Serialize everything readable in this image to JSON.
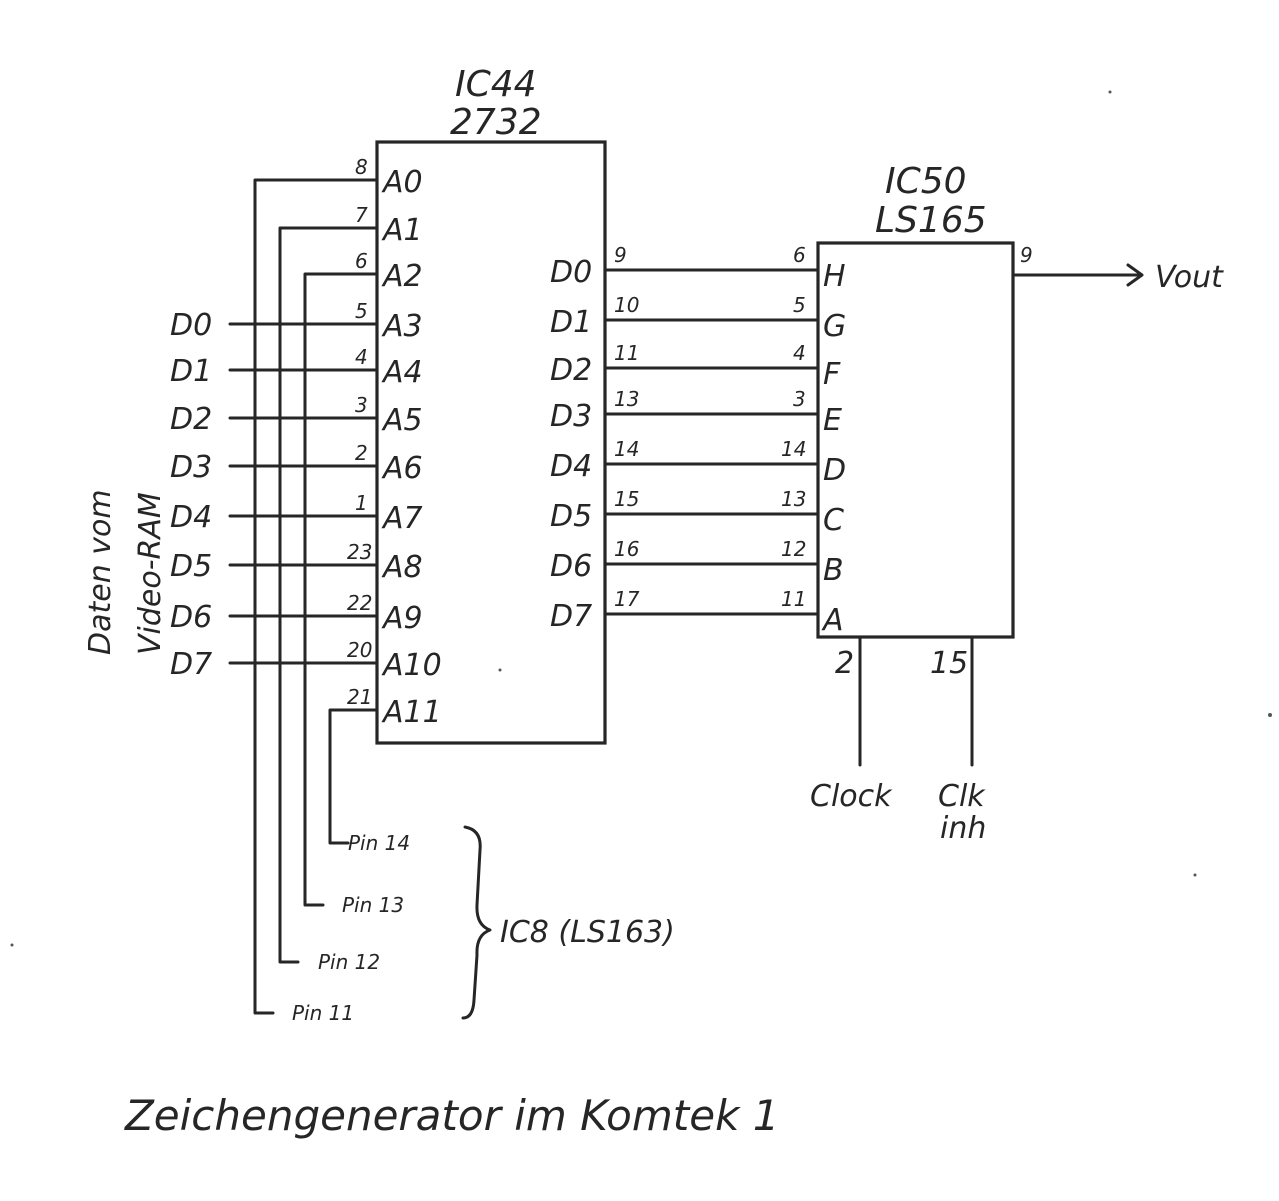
{
  "title": "Zeichengenerator im Komtek 1",
  "side_label": {
    "line1": "Daten vom",
    "line2": "Video-RAM"
  },
  "ic44": {
    "name": "IC44",
    "part": "2732",
    "address_pins": [
      {
        "label": "A0",
        "pin": "8"
      },
      {
        "label": "A1",
        "pin": "7"
      },
      {
        "label": "A2",
        "pin": "6"
      },
      {
        "label": "A3",
        "pin": "5"
      },
      {
        "label": "A4",
        "pin": "4"
      },
      {
        "label": "A5",
        "pin": "3"
      },
      {
        "label": "A6",
        "pin": "2"
      },
      {
        "label": "A7",
        "pin": "1"
      },
      {
        "label": "A8",
        "pin": "23"
      },
      {
        "label": "A9",
        "pin": "22"
      },
      {
        "label": "A10",
        "pin": "20"
      },
      {
        "label": "A11",
        "pin": "21"
      }
    ],
    "data_pins": [
      {
        "label": "D0",
        "pin": "9"
      },
      {
        "label": "D1",
        "pin": "10"
      },
      {
        "label": "D2",
        "pin": "11"
      },
      {
        "label": "D3",
        "pin": "13"
      },
      {
        "label": "D4",
        "pin": "14"
      },
      {
        "label": "D5",
        "pin": "15"
      },
      {
        "label": "D6",
        "pin": "16"
      },
      {
        "label": "D7",
        "pin": "17"
      }
    ]
  },
  "ic50": {
    "name": "IC50",
    "part": "LS165",
    "inputs": [
      {
        "label": "H",
        "pin": "6"
      },
      {
        "label": "G",
        "pin": "5"
      },
      {
        "label": "F",
        "pin": "4"
      },
      {
        "label": "E",
        "pin": "3"
      },
      {
        "label": "D",
        "pin": "14"
      },
      {
        "label": "C",
        "pin": "13"
      },
      {
        "label": "B",
        "pin": "12"
      },
      {
        "label": "A",
        "pin": "11"
      }
    ],
    "output_pin": "9",
    "output_label": "Vout",
    "clock": {
      "pin": "2",
      "label": "Clock"
    },
    "clk_inh": {
      "pin": "15",
      "label1": "Clk",
      "label2": "inh"
    }
  },
  "video_ram_inputs": [
    "D0",
    "D1",
    "D2",
    "D3",
    "D4",
    "D5",
    "D6",
    "D7"
  ],
  "counter": {
    "name": "IC8 (LS163)",
    "pins": [
      "Pin 14",
      "Pin 13",
      "Pin 12",
      "Pin 11"
    ]
  }
}
